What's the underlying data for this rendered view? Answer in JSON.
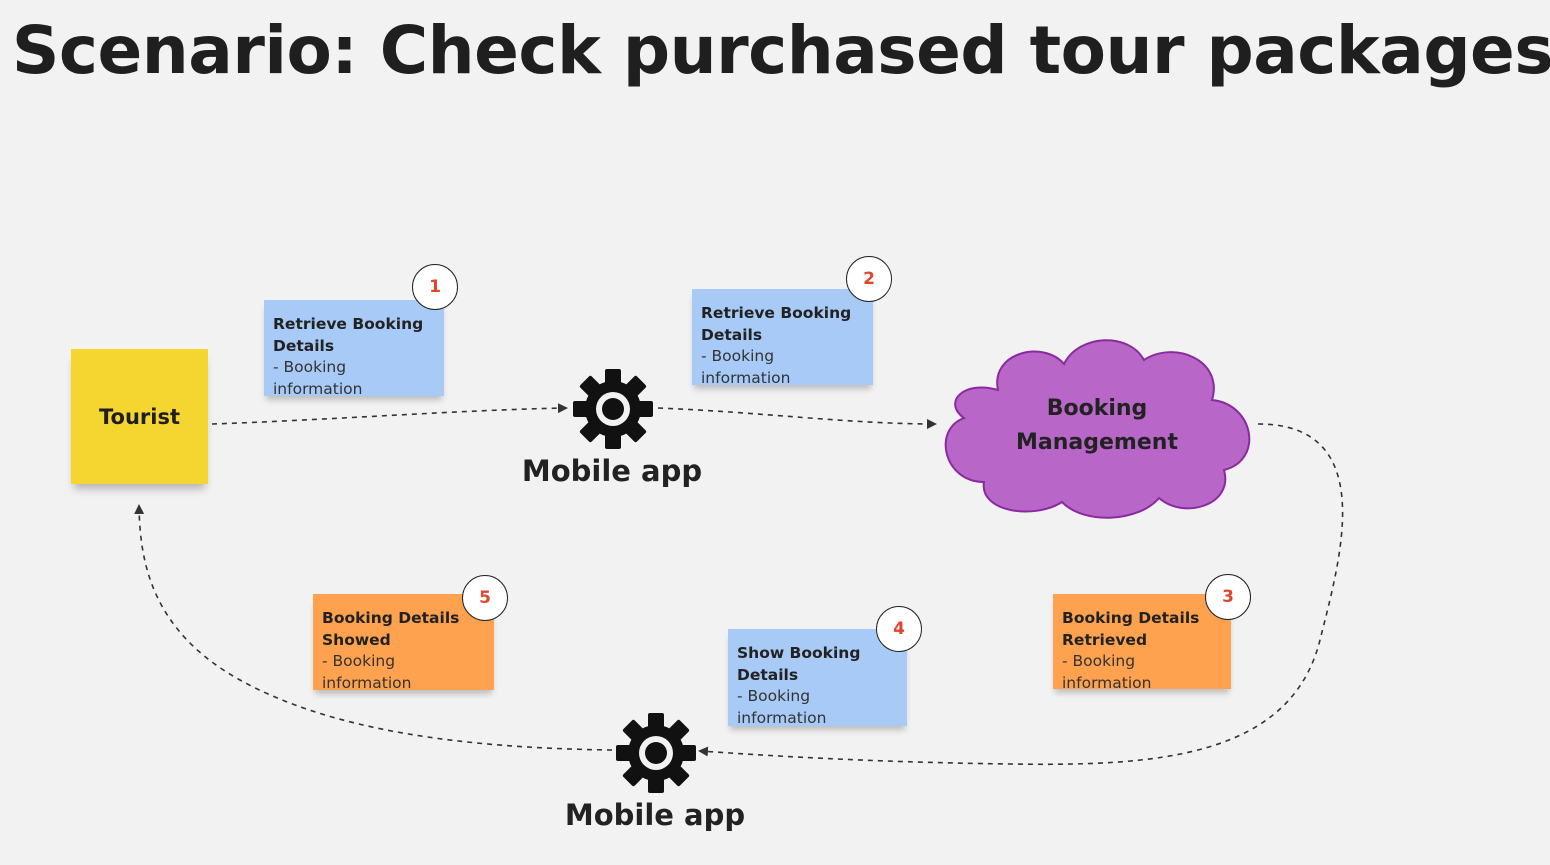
{
  "title": "Scenario: Check purchased tour packages",
  "actor": {
    "label": "Tourist",
    "color": "#f5d631"
  },
  "system": {
    "line1": "Booking",
    "line2": "Management",
    "color": "#b866c8"
  },
  "apps": [
    {
      "label": "Mobile app"
    },
    {
      "label": "Mobile app"
    }
  ],
  "notes": [
    {
      "step": "1",
      "head_line1": "Retrieve Booking",
      "head_line2": "Details",
      "body": "- Booking information",
      "color": "#a7cbf6"
    },
    {
      "step": "2",
      "head_line1": "Retrieve Booking",
      "head_line2": "Details",
      "body": "- Booking information",
      "color": "#a7cbf6"
    },
    {
      "step": "3",
      "head_line1": "Booking Details",
      "head_line2": "Retrieved",
      "body": "- Booking information",
      "color": "#ffa24f"
    },
    {
      "step": "4",
      "head_line1": "Show Booking",
      "head_line2": "Details",
      "body": "- Booking information",
      "color": "#a7cbf6"
    },
    {
      "step": "5",
      "head_line1": "Booking Details",
      "head_line2": "Showed",
      "body": "- Booking information",
      "color": "#ffa24f"
    }
  ],
  "icons": {
    "app": "gear-icon",
    "badge_text_color": "#e0462f"
  }
}
